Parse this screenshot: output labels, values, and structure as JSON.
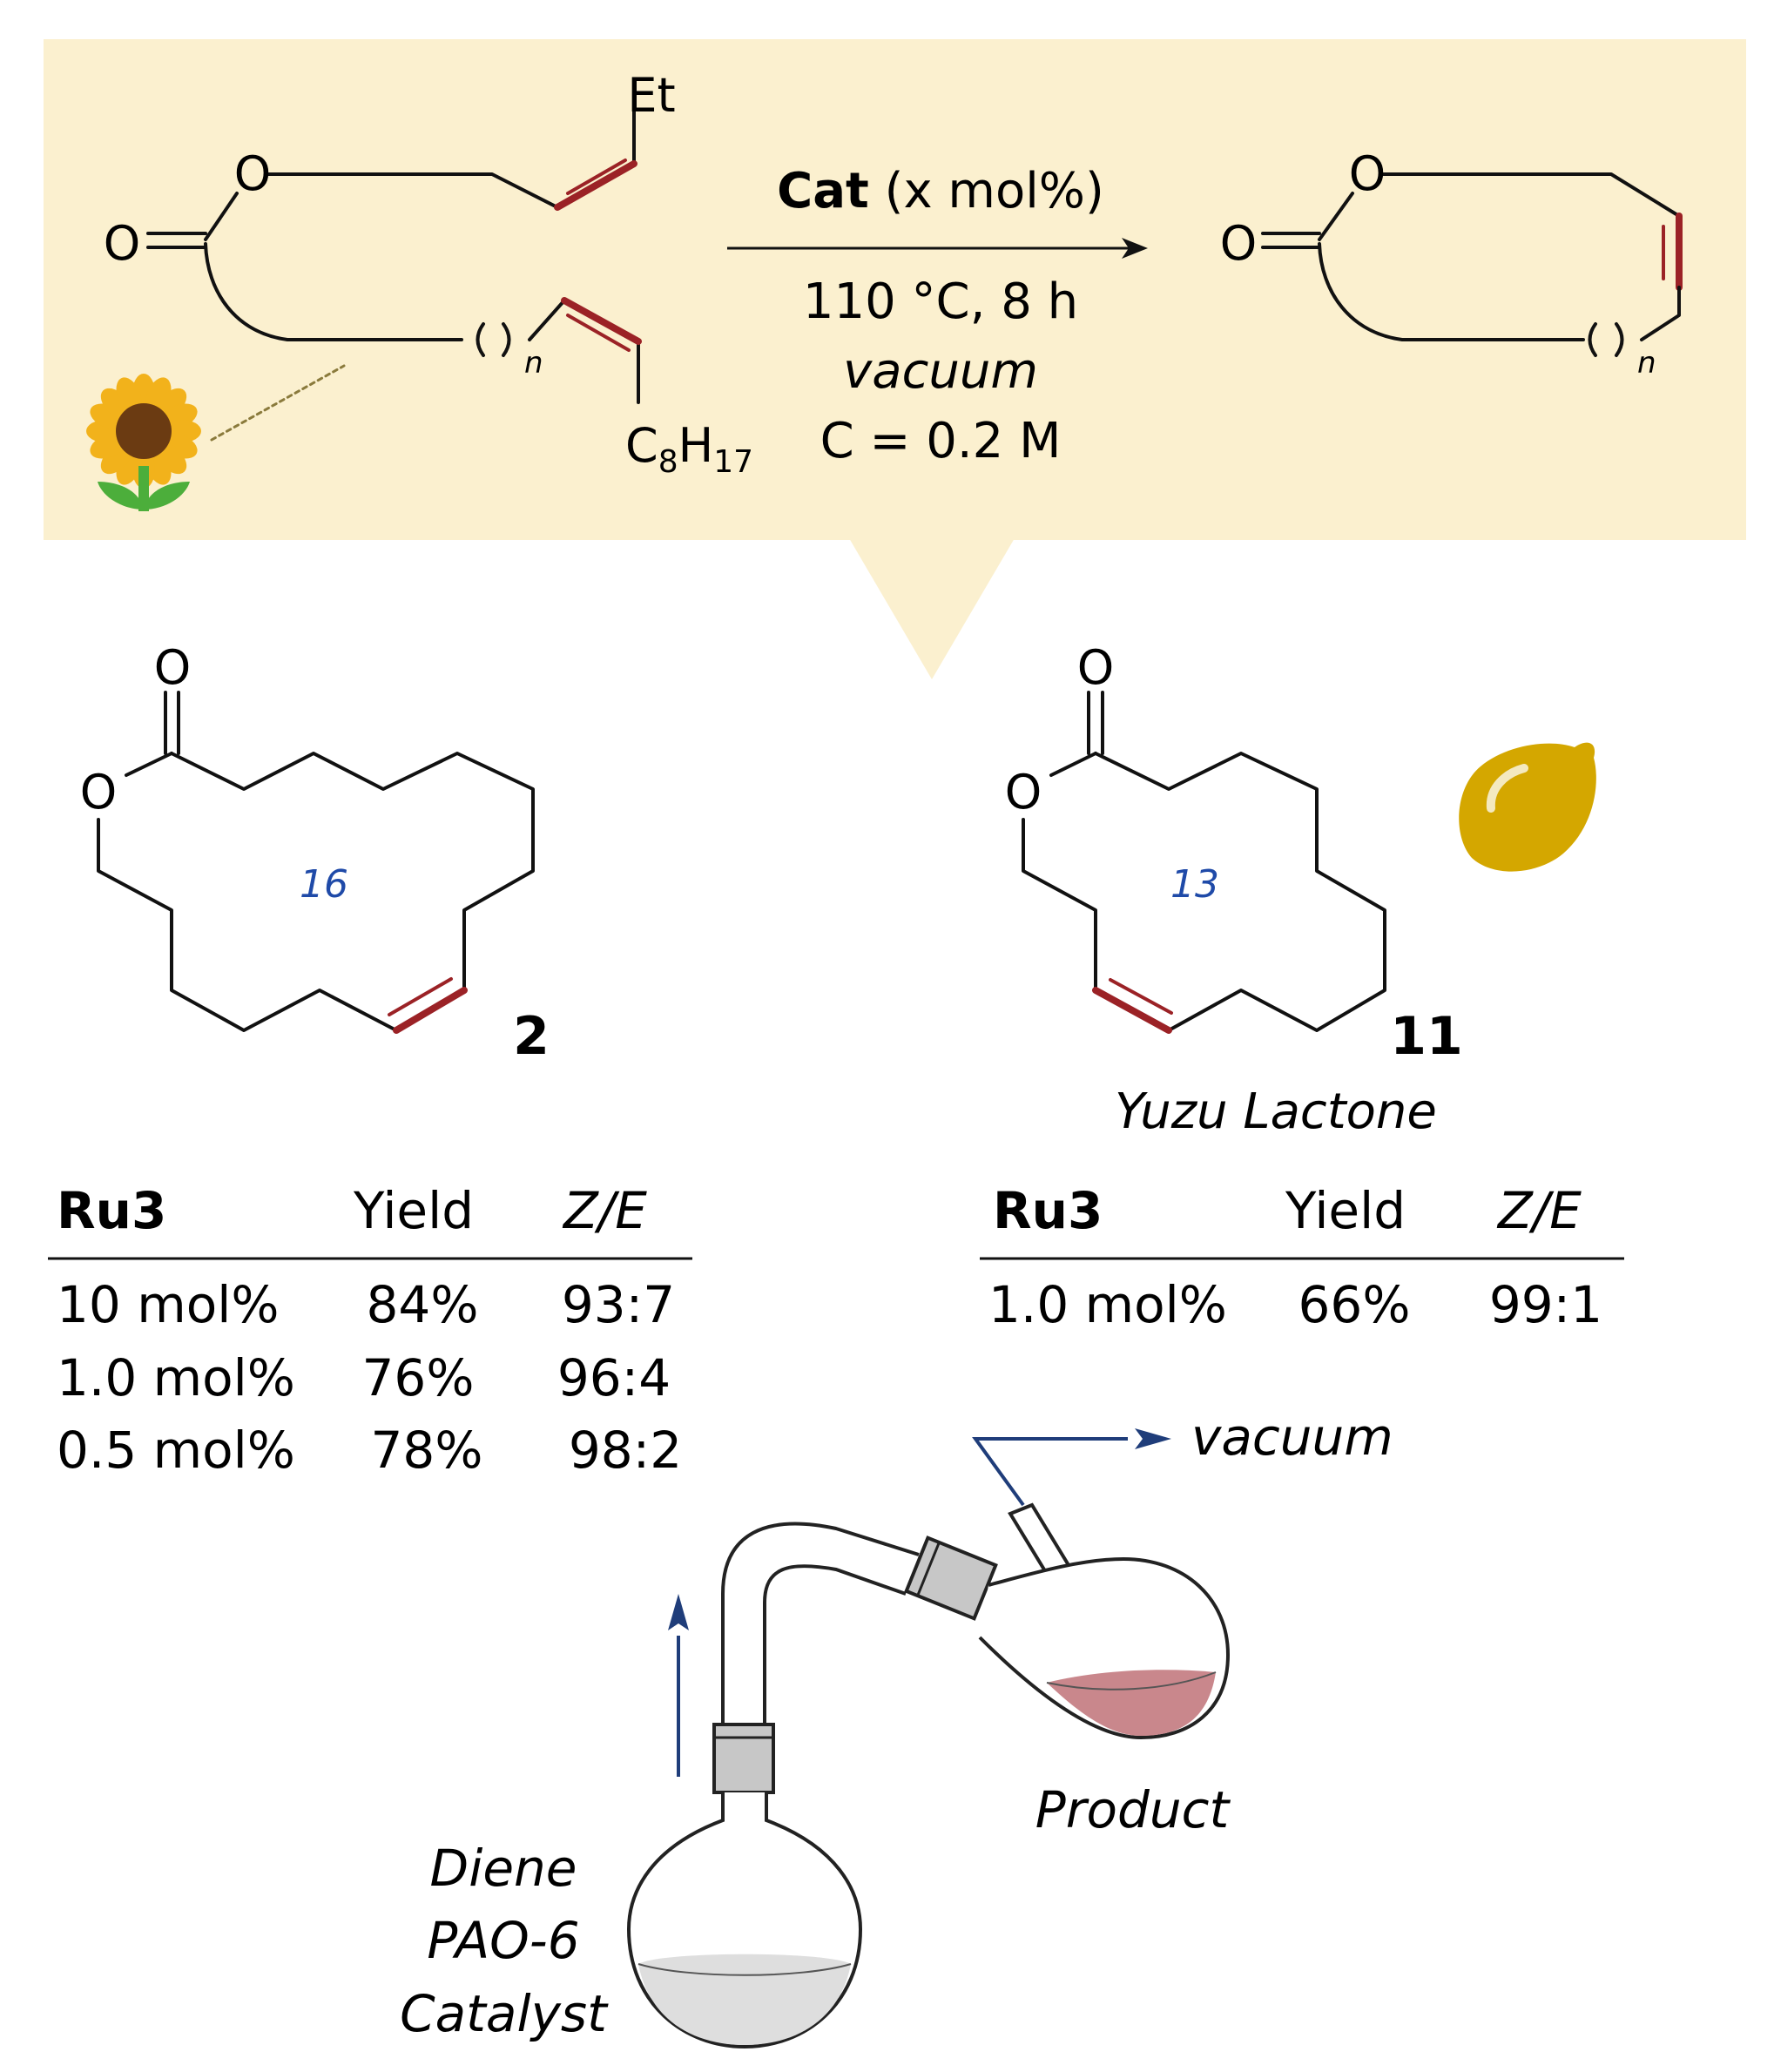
{
  "colors": {
    "banner": "#fbf0cf",
    "bond": "#111111",
    "alkene": "#9b2226",
    "ring_label": "#1f4aa8",
    "arrow_blue": "#1f3d7a",
    "lemon": "#d4a700",
    "product_liquid": "#c9878c",
    "reactant_liquid": "#dedede"
  },
  "icons": {
    "plant": "sunflower-icon",
    "fruit": "lemon-icon"
  },
  "reaction": {
    "substrate": {
      "atom_O_ester": "O",
      "atom_O_carbonyl": "O",
      "group_top": "Et",
      "group_bottom": "C",
      "group_bottom_sub1": "8",
      "group_bottom_H": "H",
      "group_bottom_sub2": "17",
      "repeat_label": "n"
    },
    "conditions": {
      "cat_bold": "Cat",
      "cat_rest": "(x  mol%)",
      "temp_time": "110 °C, 8 h",
      "pressure": "vacuum",
      "concentration": "C = 0.2 M"
    },
    "product": {
      "atom_O_ester": "O",
      "atom_O_carbonyl": "O",
      "repeat_label": "n"
    }
  },
  "compound_2": {
    "atom_O_carbonyl": "O",
    "atom_O_ester": "O",
    "ring_size": "16",
    "label": "2"
  },
  "compound_11": {
    "atom_O_carbonyl": "O",
    "atom_O_ester": "O",
    "ring_size": "13",
    "label": "11",
    "name": "Yuzu Lactone"
  },
  "table_2": {
    "headers": [
      "Ru3",
      "Yield",
      "Z/E"
    ],
    "rows": [
      [
        "10  mol%",
        "84%",
        "93:7"
      ],
      [
        "1.0 mol%",
        "76%",
        "96:4"
      ],
      [
        "0.5 mol%",
        "78%",
        "98:2"
      ]
    ]
  },
  "table_11": {
    "headers": [
      "Ru3",
      "Yield",
      "Z/E"
    ],
    "rows": [
      [
        "1.0 mol%",
        "66%",
        "99:1"
      ]
    ]
  },
  "apparatus": {
    "vacuum_label": "vacuum",
    "product_label": "Product",
    "flask_line1": "Diene",
    "flask_line2": "PAO-6",
    "flask_line3": "Catalyst"
  }
}
